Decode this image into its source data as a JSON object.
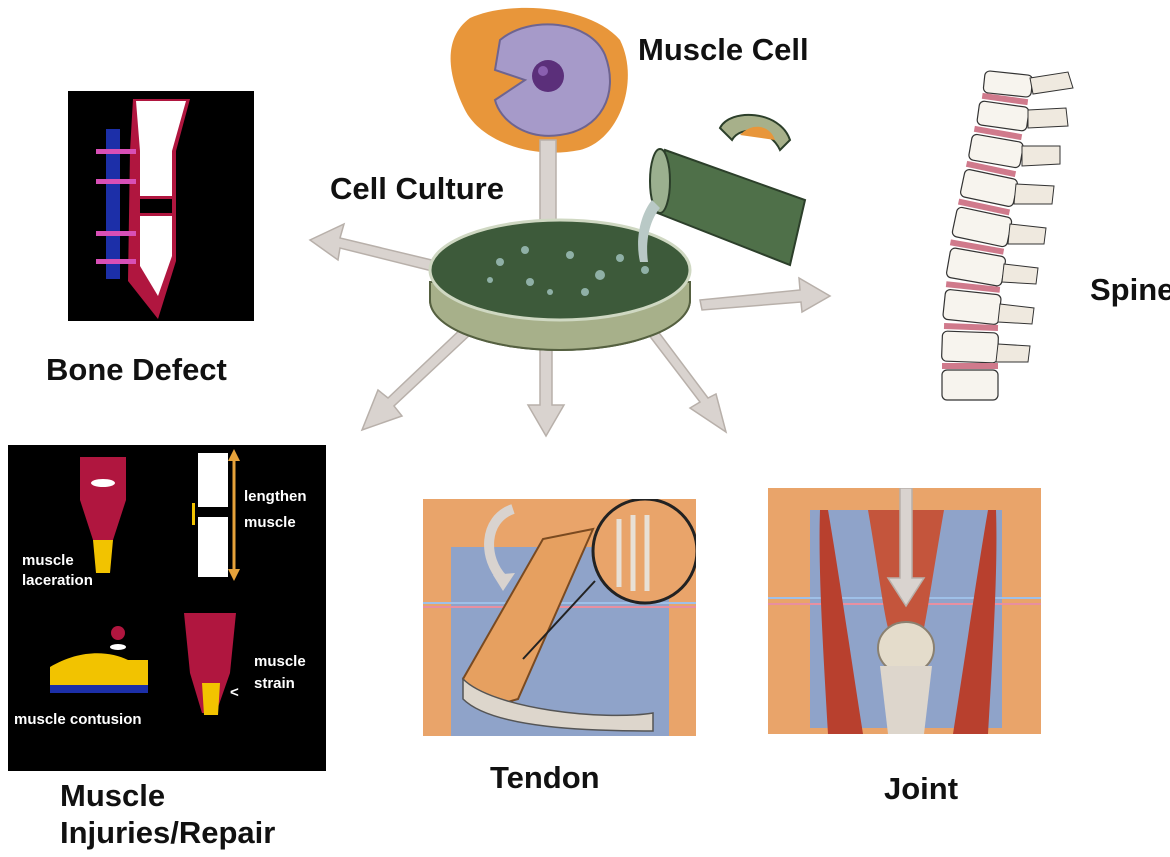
{
  "labels": {
    "muscle_cell": "Muscle Cell",
    "cell_culture": "Cell Culture",
    "bone_defect": "Bone Defect",
    "spine": "Spine",
    "muscle_injuries_line1": "Muscle",
    "muscle_injuries_line2": "Injuries/Repair",
    "tendon": "Tendon",
    "joint": "Joint"
  },
  "injury_panel": {
    "lengthen_line1": "lengthen",
    "lengthen_line2": "muscle",
    "laceration_line1": "muscle",
    "laceration_line2": "laceration",
    "strain_line1": "muscle",
    "strain_line2": "strain",
    "contusion": "muscle contusion",
    "strain_mark": "<"
  },
  "colors": {
    "muscle_red": "#b0163f",
    "bone_white": "#ffffff",
    "plate_blue": "#1c2fa8",
    "screw_pink": "#d84fb6",
    "culture_green": "#3d5a3a",
    "cell_purple": "#a69ac9",
    "cell_orange": "#e8963a",
    "arrow_gray": "#d9d3cf",
    "panel_orange": "#e9a46a",
    "panel_blue": "#8fa3c9"
  }
}
